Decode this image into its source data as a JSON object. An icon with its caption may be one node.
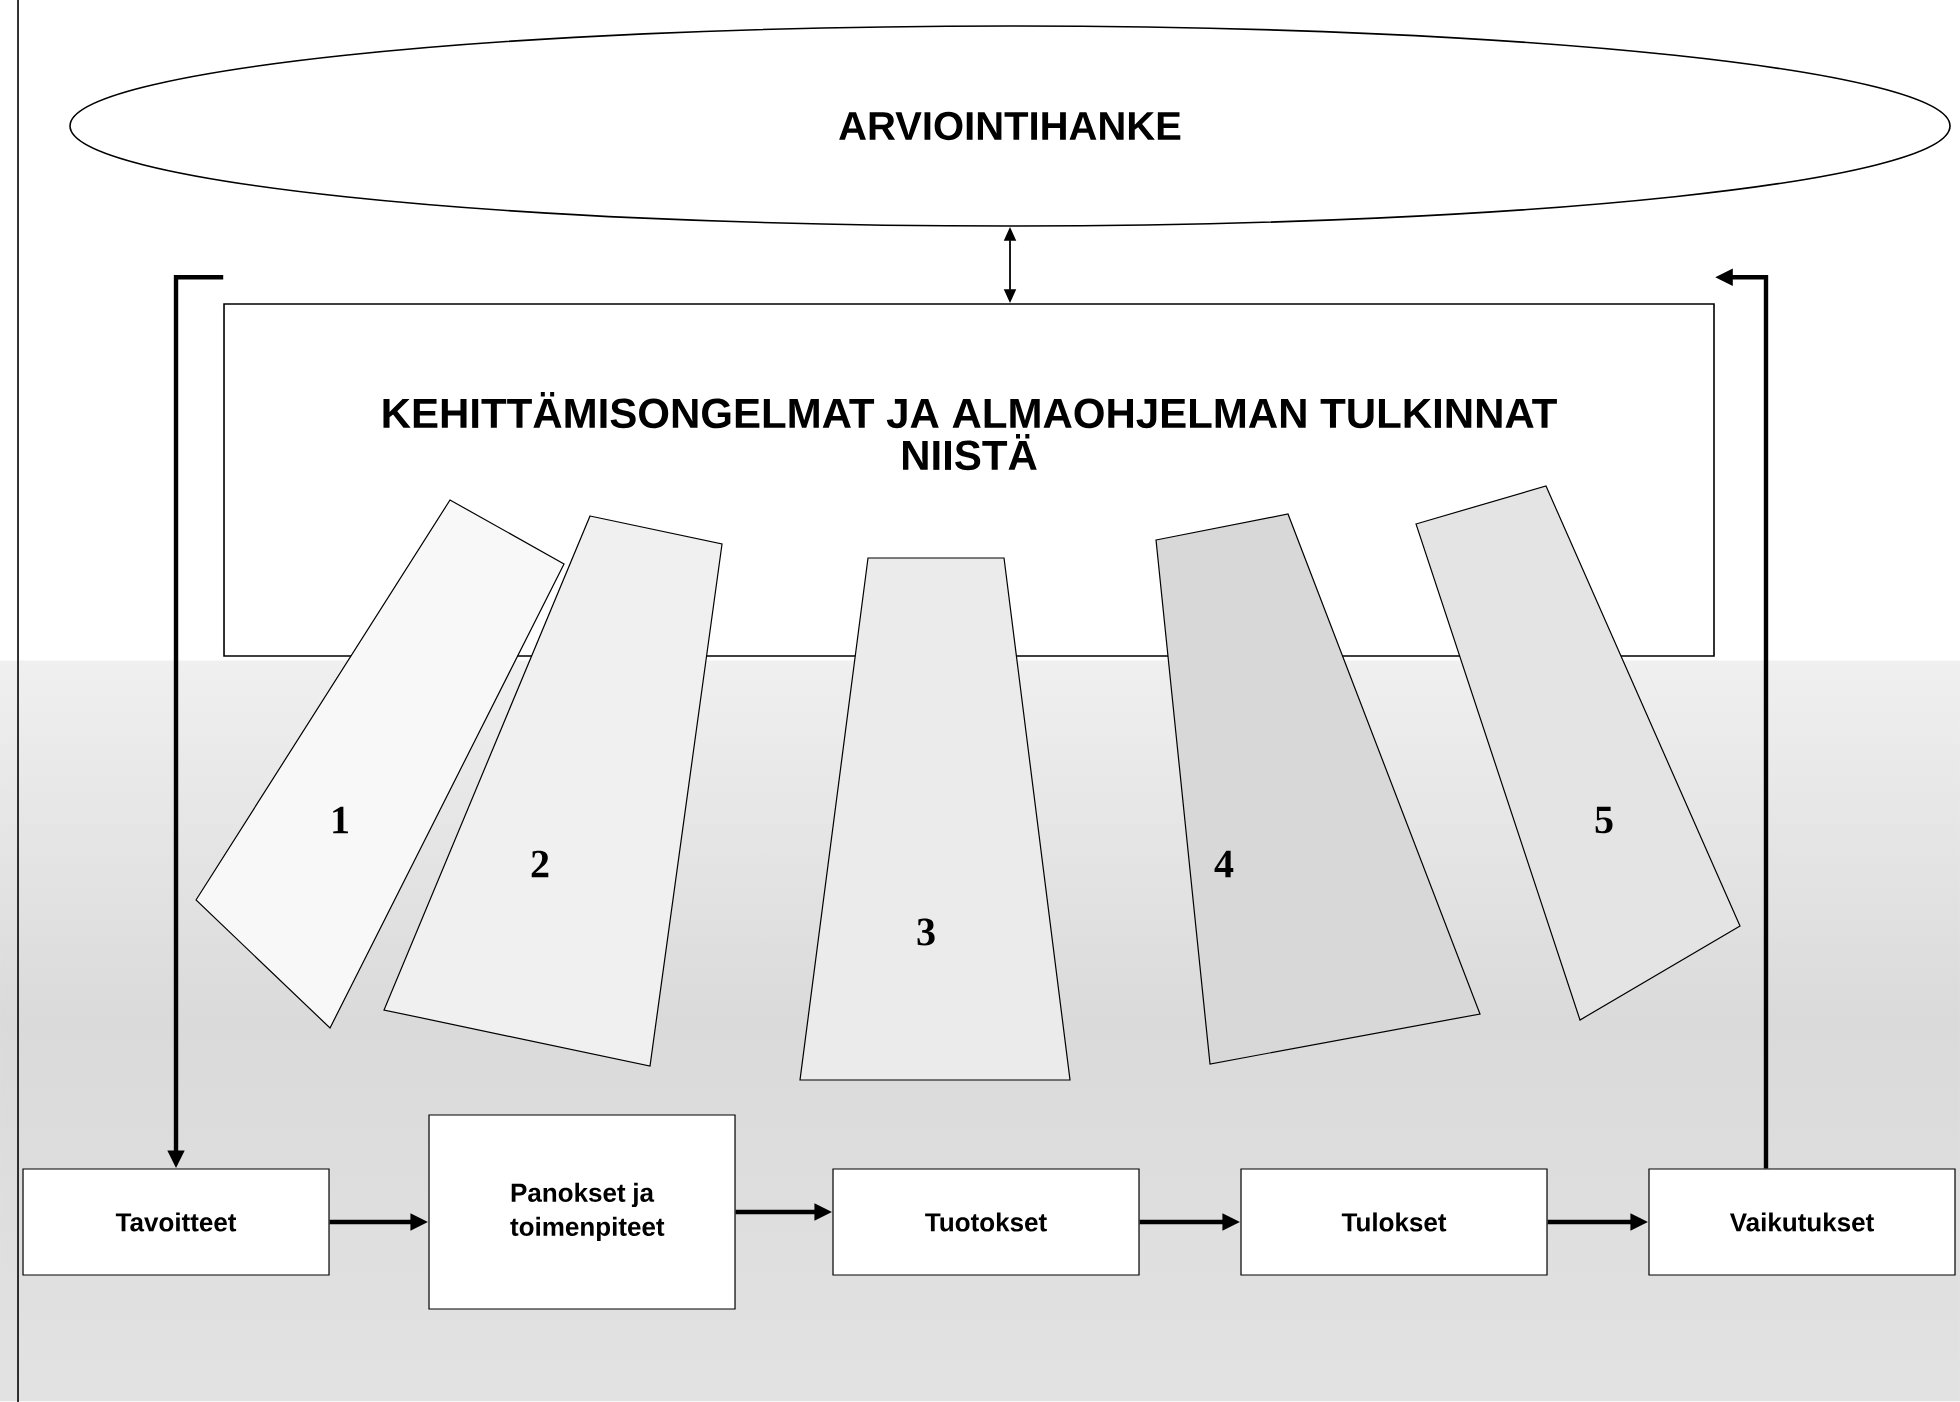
{
  "diagram": {
    "nodes": [
      {
        "text": [
          "ARVIOINTIHANKE"
        ]
      },
      {
        "text": [
          "KEHITTÄMISONGELMAT JA ALMAOHJELMAN TULKINNAT NIISTÄ"
        ]
      },
      {
        "text": [
          "1"
        ]
      },
      {
        "text": [
          "2"
        ]
      },
      {
        "text": [
          "3"
        ]
      },
      {
        "text": [
          "4"
        ]
      },
      {
        "text": [
          "5"
        ]
      },
      {
        "text": [
          "Tavoitteet"
        ]
      },
      {
        "text": [
          "Panokset ja toimenpiteet"
        ]
      },
      {
        "text": [
          "Tuotokset"
        ]
      },
      {
        "text": [
          "Tulokset"
        ]
      },
      {
        "text": [
          "Vaikutukset"
        ]
      }
    ],
    "edges": [
      {
        "from": 0,
        "to": 1,
        "arrow": "both"
      },
      {
        "from": 1,
        "to": 7,
        "arrow": "to"
      },
      {
        "from": 11,
        "to": 1,
        "arrow": "to"
      },
      {
        "from": 7,
        "to": 8,
        "arrow": "to"
      },
      {
        "from": 8,
        "to": 9,
        "arrow": "to"
      },
      {
        "from": 9,
        "to": 10,
        "arrow": "to"
      },
      {
        "from": 10,
        "to": 11,
        "arrow": "to"
      }
    ]
  }
}
